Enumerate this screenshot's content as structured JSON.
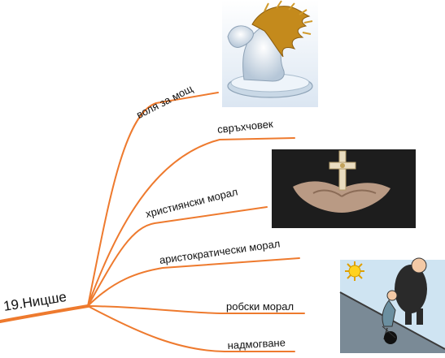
{
  "root": {
    "label": "19.Ницше"
  },
  "branches": [
    {
      "label": "воля за мощ"
    },
    {
      "label": "свръхчовек"
    },
    {
      "label": "християнски морал"
    },
    {
      "label": "аристократически морал"
    },
    {
      "label": "робски морал"
    },
    {
      "label": "надмогване"
    }
  ],
  "images": [
    {
      "subject": "glass horse head sculpture"
    },
    {
      "subject": "hands holding a cross"
    },
    {
      "subject": "cartoon of a man carried uphill with ball and chain"
    }
  ],
  "colors": {
    "branch": "#ee7a2e",
    "text": "#111111"
  }
}
